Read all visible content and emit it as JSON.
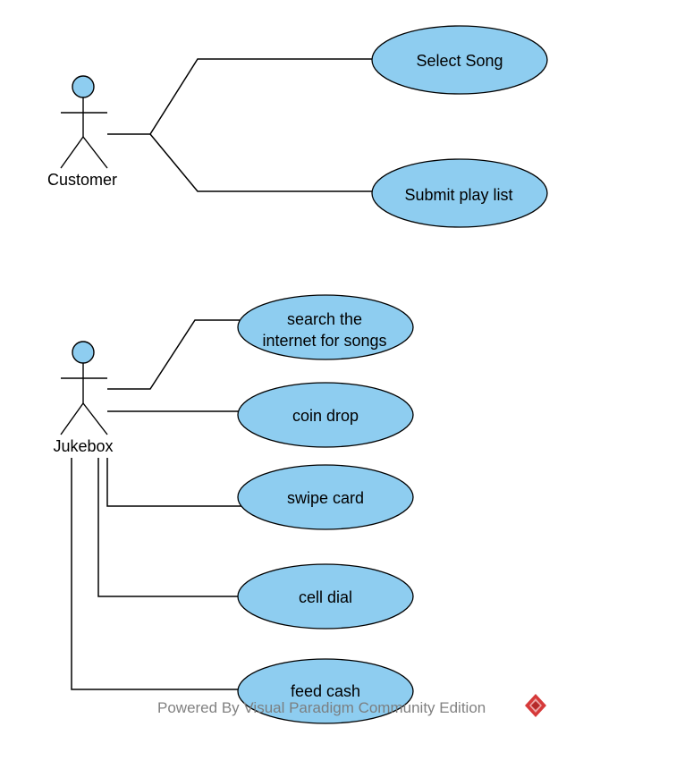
{
  "actors": {
    "customer": {
      "label": "Customer"
    },
    "jukebox": {
      "label": "Jukebox"
    }
  },
  "use_cases": {
    "select_song": {
      "label": "Select Song"
    },
    "submit_play_list": {
      "label": "Submit play list"
    },
    "search_internet": {
      "line1": "search the",
      "line2": "internet for songs"
    },
    "coin_drop": {
      "label": "coin drop"
    },
    "swipe_card": {
      "label": "swipe card"
    },
    "cell_dial": {
      "label": "cell dial"
    },
    "feed_cash": {
      "label": "feed cash"
    }
  },
  "watermark": {
    "text": "Powered By Visual Paradigm Community Edition",
    "icon": "visual-paradigm-logo-icon"
  },
  "colors": {
    "use_case_fill": "#8ecdf0",
    "actor_head_fill": "#8ecdf0",
    "line": "#000000",
    "watermark_text": "#7a7a7a",
    "logo": "#d63a3a"
  }
}
